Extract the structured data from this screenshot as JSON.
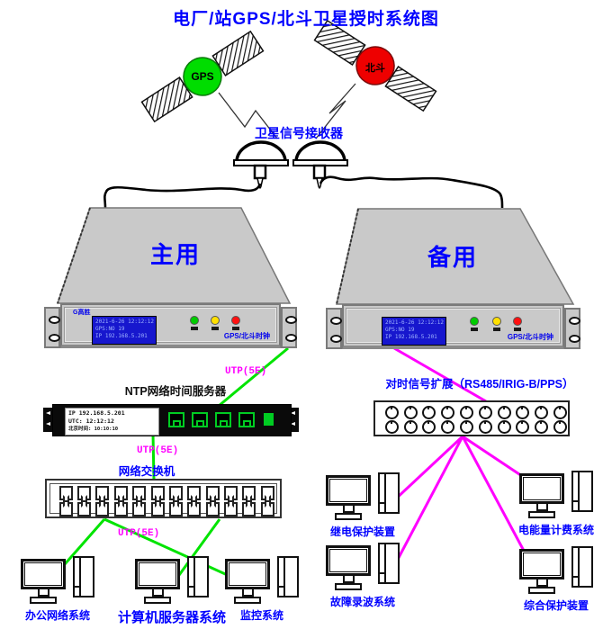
{
  "title": "电厂/站GPS/北斗卫星授时系统图",
  "satellites": {
    "gps_label": "GPS",
    "beidou_label": "北斗"
  },
  "receiver": {
    "label": "卫星信号接收器"
  },
  "clocks": {
    "primary": {
      "name": "主用",
      "brand": "G高胜",
      "lcd": [
        "2021-6-26 12:12:12",
        "GPS:NO 19",
        "IP 192.168.5.201"
      ],
      "type_label": "GPS/北斗时钟"
    },
    "backup": {
      "name": "备用",
      "lcd": [
        "2021-6-26 12:12:12",
        "GPS:NO 19",
        "IP 192.168.5.201"
      ],
      "type_label": "GPS/北斗时钟"
    }
  },
  "links": {
    "utp_primary_to_ntp": "UTP(5E)",
    "utp_ntp_to_switch": "UTP(5E)",
    "utp_switch_to_lan": "UTP(5E)"
  },
  "ntp_server": {
    "label": "NTP网络时间服务器",
    "display": [
      "IP  192.168.5.201",
      "UTC: 12:12:12",
      "北京时间: 10:10:10"
    ]
  },
  "expansion": {
    "label": "对时信号扩展（RS485/IRIG-B/PPS）"
  },
  "network_switch": {
    "label": "网络交换机"
  },
  "systems": {
    "office": "办公网络系统",
    "server": "计算机服务器系统",
    "monitor": "监控系统",
    "relay": "继电保护装置",
    "billing": "电能量计费系统",
    "fault": "故障录波系统",
    "protection": "综合保护装置"
  },
  "colors": {
    "title_blue": "#0000FF",
    "label_blue": "#0000FF",
    "utp_magenta": "#FF00FF",
    "line_green": "#00E400",
    "line_magenta": "#FF00FF",
    "gps_green": "#00DD00",
    "beidou_red": "#EE0000",
    "led_green": "#00CC00",
    "led_yellow": "#FFE000",
    "led_red": "#FF1010",
    "device_gray": "#C9C9C9",
    "lcd_blue": "#1717CE"
  }
}
